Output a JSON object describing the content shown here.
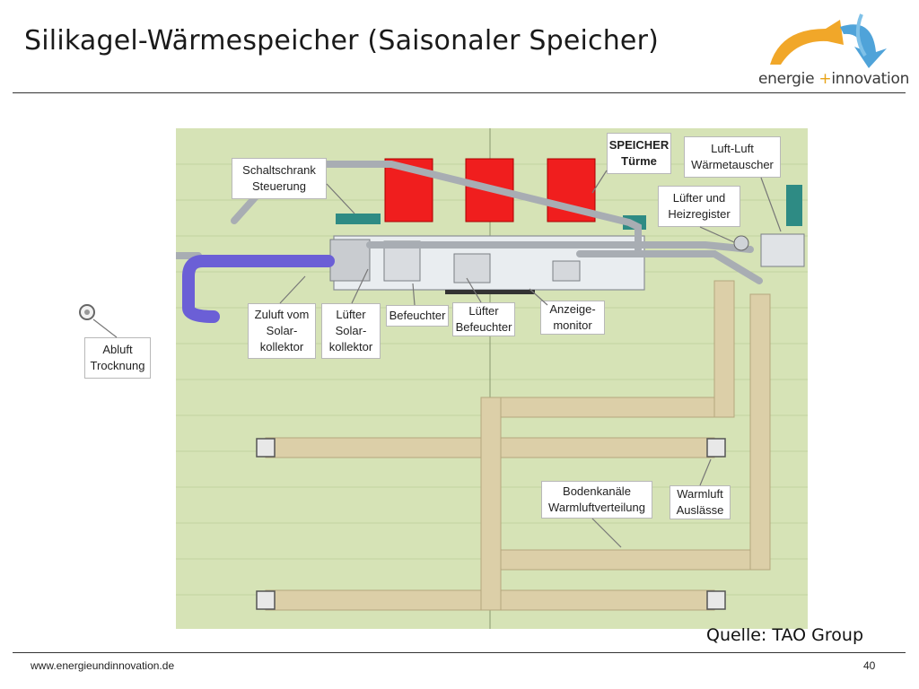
{
  "slide": {
    "title": "Silikagel-Wärmespeicher (Saisonaler Speicher)",
    "source": "Quelle: TAO Group",
    "footer_url": "www.energieundinnovation.de",
    "page_number": "40"
  },
  "logo": {
    "text_left": "energie ",
    "text_plus": "+",
    "text_right": "innovation",
    "colors": {
      "orange": "#F0A21E",
      "blue": "#4FA3D9"
    }
  },
  "diagram": {
    "background_color": "#D6E3B6",
    "tower_color": "#F01E1E",
    "supply_duct_color": "#6B5FD6",
    "floor_duct_color": "#DCCFA8",
    "labels": {
      "schaltschrank": "Schaltschrank\nSteuerung",
      "speicher": "SPEICHER\nTürme",
      "luft_luft": "Luft-Luft\nWärmetauscher",
      "luefter_heiz": "Lüfter und\nHeizregister",
      "zuluft": "Zuluft vom\nSolar-\nkollektor",
      "luefter_solar": "Lüfter\nSolar-\nkollektor",
      "befeuchter": "Befeuchter",
      "luefter_befeuchter": "Lüfter\nBefeuchter",
      "anzeige": "Anzeige-\nmonitor",
      "abluft": "Abluft\nTrocknung",
      "bodenkanaele": "Bodenkanäle\nWarmluftverteilung",
      "warmluft": "Warmluft\nAuslässe"
    }
  }
}
